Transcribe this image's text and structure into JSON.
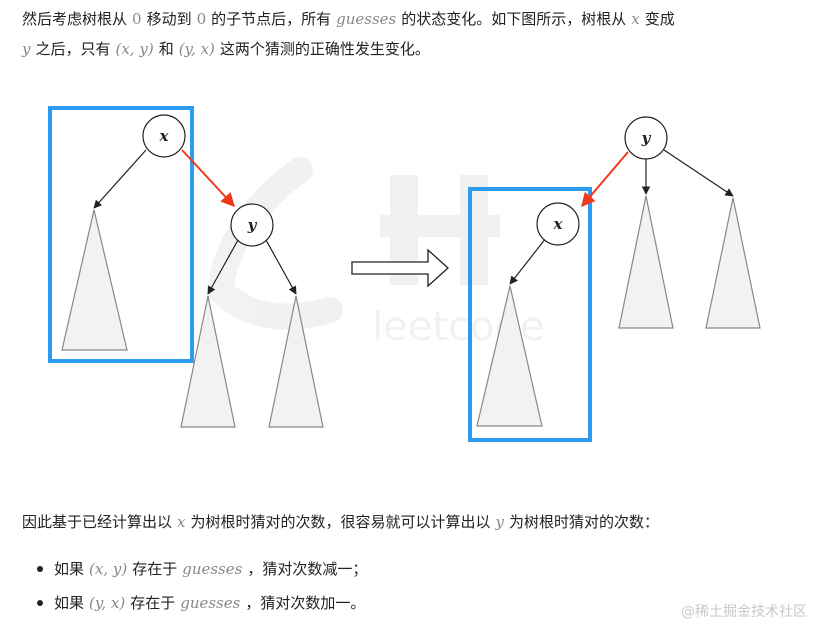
{
  "intro": {
    "p1": "然后考虑树根从",
    "n1": "0",
    "p2": "移动到",
    "n2": "0",
    "p3": "的子节点后，所有",
    "m1": "guesses",
    "p4": "的状态变化。如下图所示，树根从",
    "m2": "x",
    "p5": "变成",
    "m3": "y",
    "p6": "之后，只有",
    "m4": "(x, y)",
    "p7": "和",
    "m5": "(y, x)",
    "p8": "这两个猜测的正确性发生变化。"
  },
  "diagram": {
    "nodes": {
      "x": "x",
      "y": "y"
    },
    "watermark": "leetcode",
    "colors": {
      "highlight": "#2d9bef",
      "changed_edge": "#f0391c",
      "edge": "#222222",
      "subtree_fill": "#f2f2f2",
      "subtree_stroke": "#888888"
    }
  },
  "conclusion": {
    "p1": "因此基于已经计算出以",
    "m1": "x",
    "p2": "为树根时猜对的次数，很容易就可以计算出以",
    "m2": "y",
    "p3": "为树根时猜对的次数："
  },
  "bullets": [
    {
      "prefix": "如果",
      "pair": "(x, y)",
      "mid": "存在于",
      "set": "guesses",
      "suffix": "，猜对次数减一；"
    },
    {
      "prefix": "如果",
      "pair": "(y, x)",
      "mid": "存在于",
      "set": "guesses",
      "suffix": "，猜对次数加一。"
    }
  ],
  "credit": "@稀土掘金技术社区"
}
